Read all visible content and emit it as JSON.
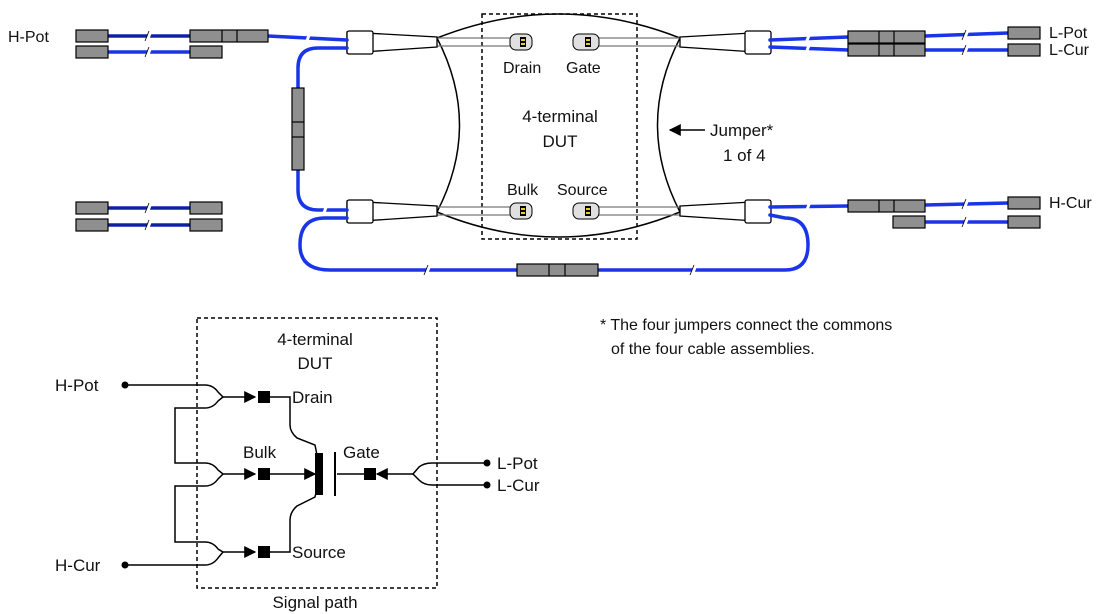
{
  "colors": {
    "cable": "#1a35e8",
    "cable_dark": "#0f1f9e",
    "connector": "#8f8f8f",
    "outline": "#000000",
    "pad": "#e0e0e0",
    "pin": "#e8d020"
  },
  "top_diagram": {
    "left_labels": {
      "h_pot": "H-Pot"
    },
    "right_labels": {
      "l_pot": "L-Pot",
      "l_cur": "L-Cur",
      "h_cur": "H-Cur"
    },
    "dut": {
      "title_line1": "4-terminal",
      "title_line2": "DUT",
      "terminals": {
        "drain": "Drain",
        "gate": "Gate",
        "bulk": "Bulk",
        "source": "Source"
      }
    },
    "jumper_line1": "Jumper*",
    "jumper_line2": "1 of 4",
    "footnote_line1": "* The four jumpers connect the commons",
    "footnote_line2": "of the four cable assemblies."
  },
  "signal_path": {
    "title_line1": "4-terminal",
    "title_line2": "DUT",
    "caption": "Signal path",
    "terminals": {
      "drain": "Drain",
      "bulk": "Bulk",
      "gate": "Gate",
      "source": "Source"
    },
    "inputs": {
      "h_pot": "H-Pot",
      "h_cur": "H-Cur",
      "l_pot": "L-Pot",
      "l_cur": "L-Cur"
    }
  }
}
